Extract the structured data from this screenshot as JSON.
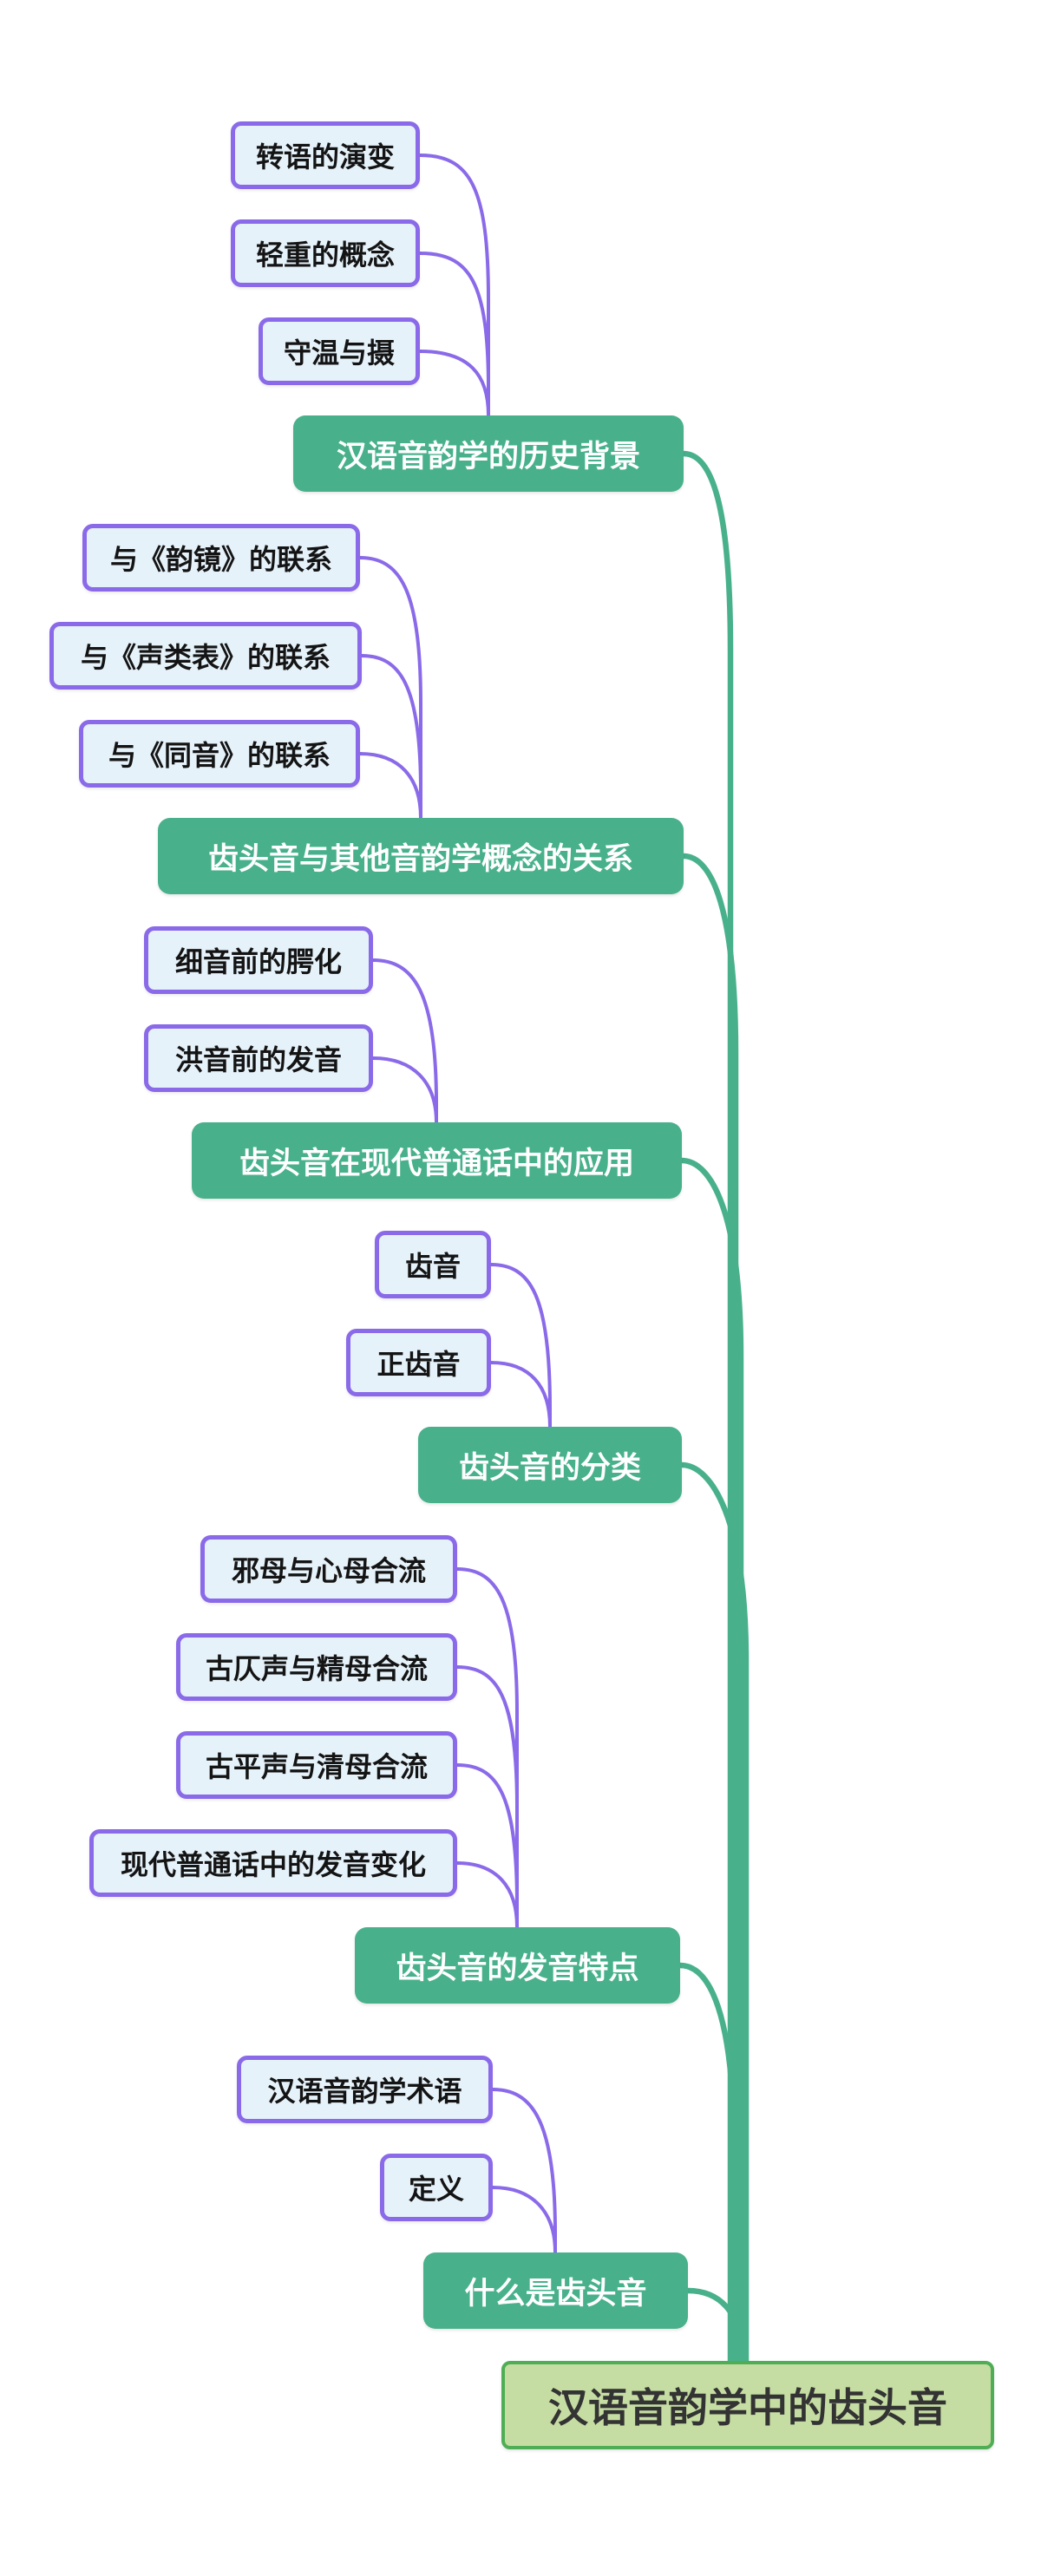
{
  "root": {
    "label": "汉语音韵学中的齿头音"
  },
  "groups": [
    {
      "branch": {
        "label": "汉语音韵学的历史背景"
      },
      "leaves": [
        {
          "label": "转语的演变"
        },
        {
          "label": "轻重的概念"
        },
        {
          "label": "守温与摄"
        }
      ]
    },
    {
      "branch": {
        "label": "齿头音与其他音韵学概念的关系"
      },
      "leaves": [
        {
          "label": "与《韵镜》的联系"
        },
        {
          "label": "与《声类表》的联系"
        },
        {
          "label": "与《同音》的联系"
        }
      ]
    },
    {
      "branch": {
        "label": "齿头音在现代普通话中的应用"
      },
      "leaves": [
        {
          "label": "细音前的腭化"
        },
        {
          "label": "洪音前的发音"
        }
      ]
    },
    {
      "branch": {
        "label": "齿头音的分类"
      },
      "leaves": [
        {
          "label": "齿音"
        },
        {
          "label": "正齿音"
        }
      ]
    },
    {
      "branch": {
        "label": "齿头音的发音特点"
      },
      "leaves": [
        {
          "label": "邪母与心母合流"
        },
        {
          "label": "古仄声与精母合流"
        },
        {
          "label": "古平声与清母合流"
        },
        {
          "label": "现代普通话中的发音变化"
        }
      ]
    },
    {
      "branch": {
        "label": "什么是齿头音"
      },
      "leaves": [
        {
          "label": "汉语音韵学术语"
        },
        {
          "label": "定义"
        }
      ]
    }
  ],
  "colors": {
    "branch_fill": "#48B18C",
    "branch_text": "#FFFFFF",
    "leaf_fill": "#E6F2FA",
    "leaf_border": "#8A6AE9",
    "leaf_text": "#141414",
    "root_fill": "#C5DDA2",
    "root_border": "#4FAE55",
    "root_text": "#333333",
    "connector_purple": "#8A6AE9",
    "connector_teal": "#48B18C",
    "background": "#FFFFFF"
  }
}
